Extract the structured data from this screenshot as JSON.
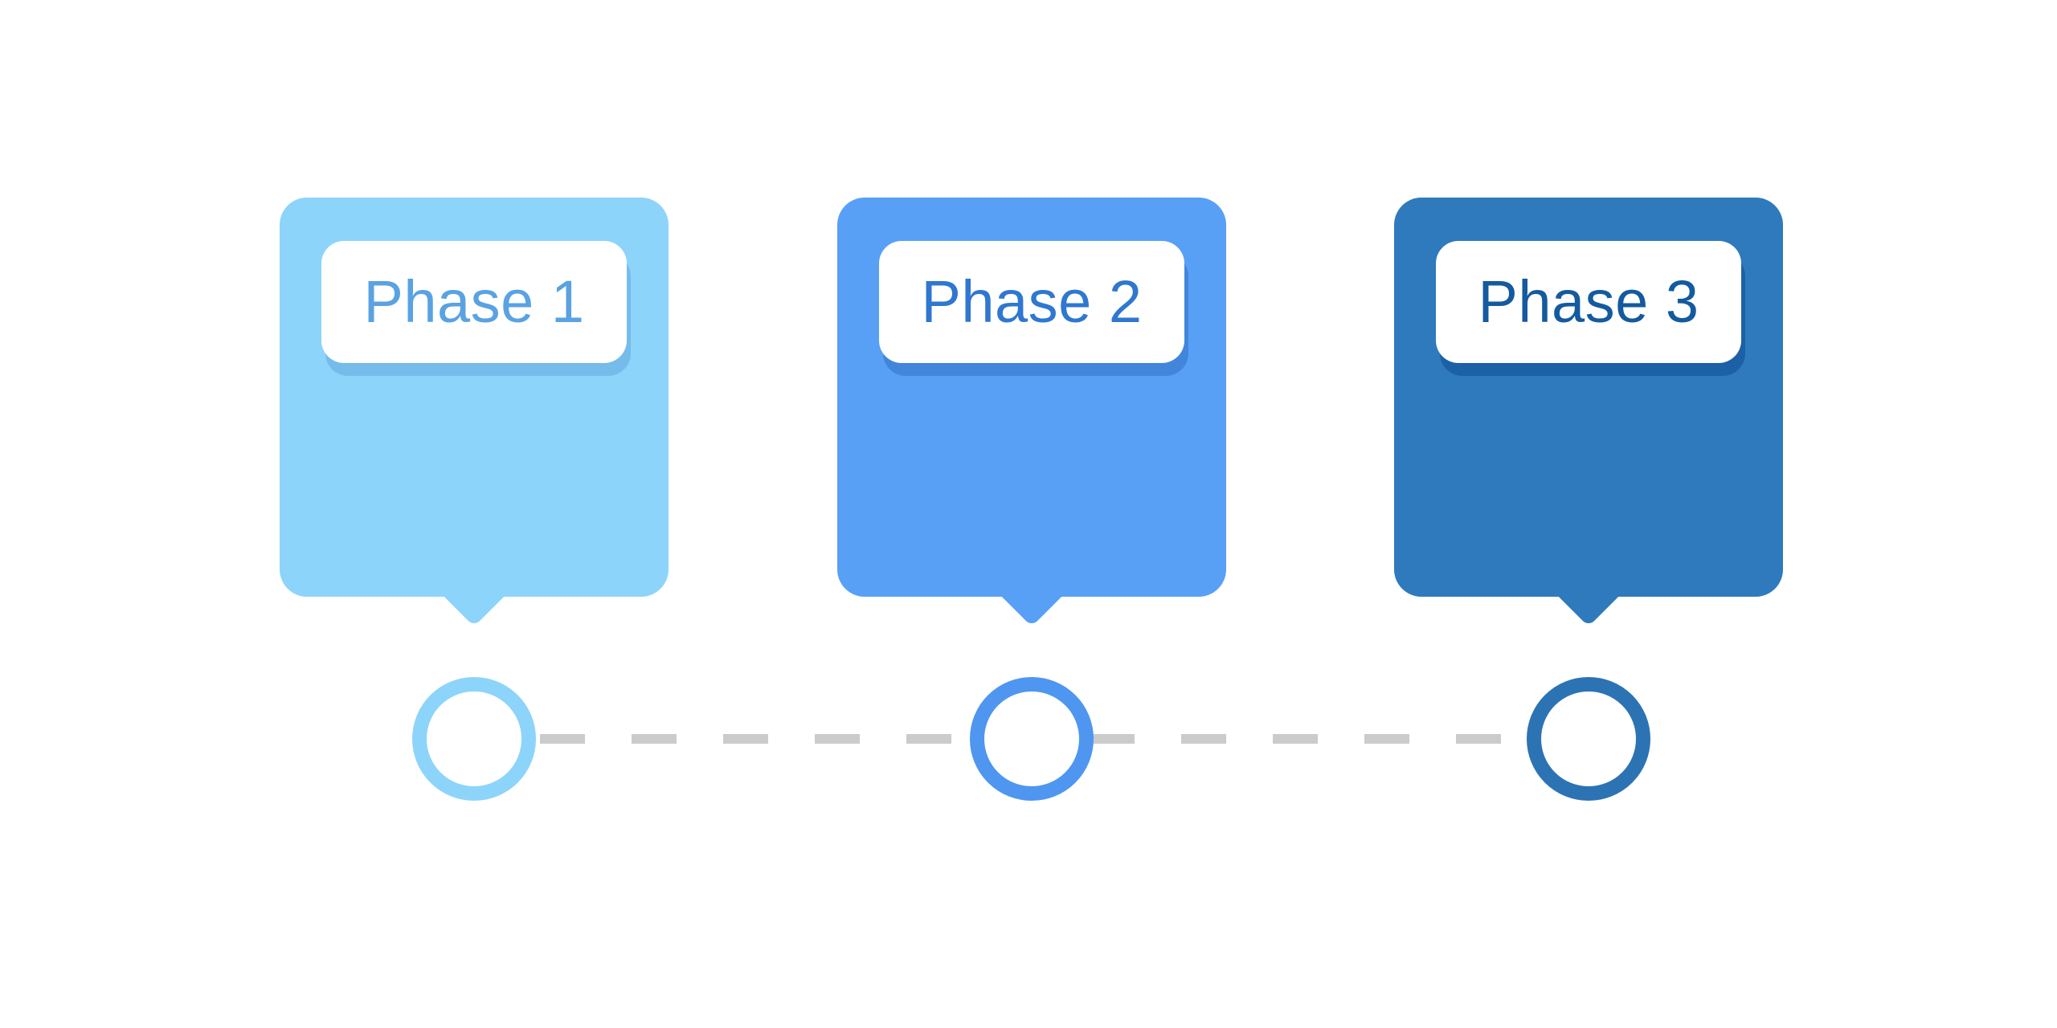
{
  "diagram": {
    "type": "timeline-infographic",
    "background_color": "#FFFFFF",
    "connector": {
      "style": "dashed",
      "color": "#CBCBCB"
    },
    "phases": [
      {
        "label": "Phase 1",
        "card_color": "#8DD4FA",
        "label_box_color": "#FFFFFF",
        "label_shadow_color": "#76BCEA",
        "text_color": "#5AA2E2",
        "marker_ring_color": "#8DD4FA"
      },
      {
        "label": "Phase 2",
        "card_color": "#57A0F6",
        "label_box_color": "#FFFFFF",
        "label_shadow_color": "#4286DC",
        "text_color": "#2F77D0",
        "marker_ring_color": "#4E96F0"
      },
      {
        "label": "Phase 3",
        "card_color": "#2E7ABD",
        "label_box_color": "#FFFFFF",
        "label_shadow_color": "#1C60A6",
        "text_color": "#145A9E",
        "marker_ring_color": "#2C73B4"
      }
    ]
  }
}
